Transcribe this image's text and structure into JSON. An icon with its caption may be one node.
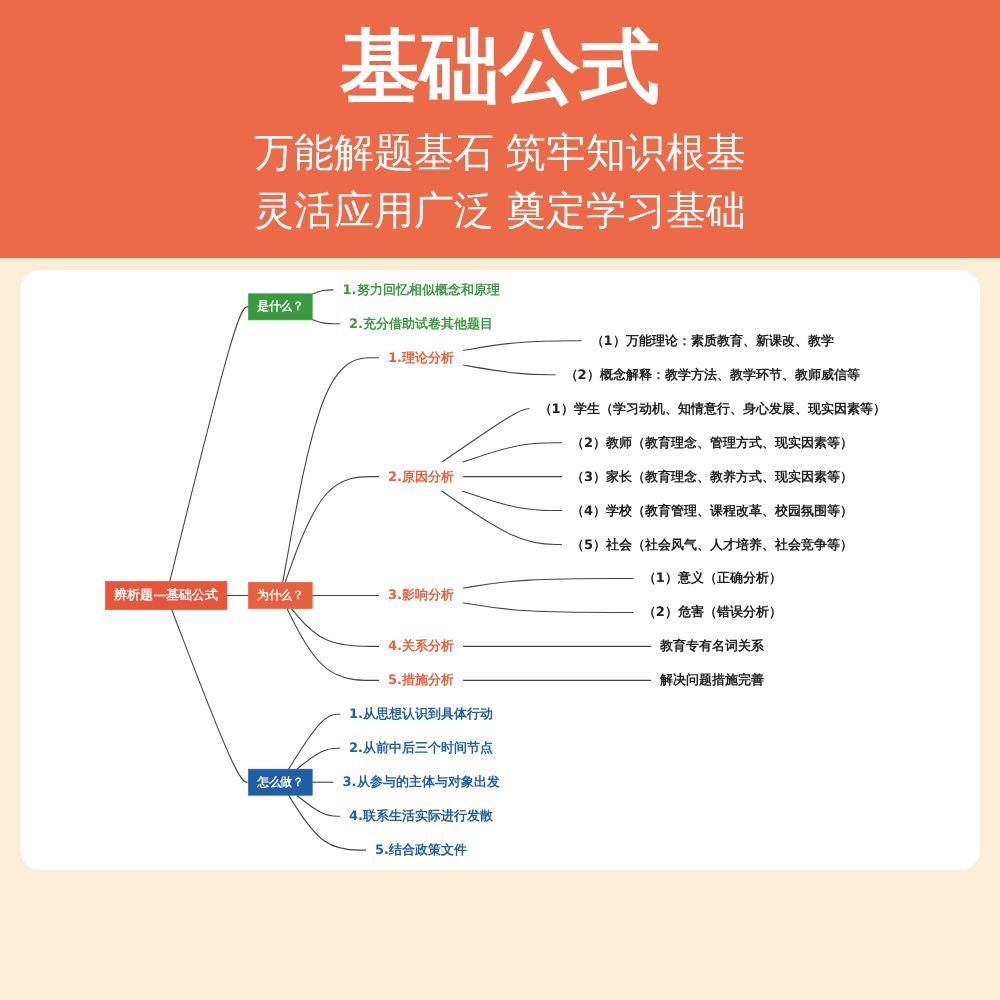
{
  "diagram": {
    "title": "基础公式",
    "nodes": [
      {
        "text": [
          "辨析题—基础公式"
        ]
      },
      {
        "text": [
          "是什么？"
        ]
      },
      {
        "text": [
          "1.努力回忆相似概念和原理"
        ]
      },
      {
        "text": [
          "2.充分借助试卷其他题目"
        ]
      },
      {
        "text": [
          "为什么？"
        ]
      },
      {
        "text": [
          "1.理论分析"
        ]
      },
      {
        "text": [
          "（1）万能理论：素质教育、新课改、教学"
        ]
      },
      {
        "text": [
          "（2）概念解释：教学方法、教学环节、教师威信等"
        ]
      },
      {
        "text": [
          "2.原因分析"
        ]
      },
      {
        "text": [
          "（1）学生（学习动机、知情意行、身心发展、现实因素等）"
        ]
      },
      {
        "text": [
          "（2）教师（教育理念、管理方式、现实因素等）"
        ]
      },
      {
        "text": [
          "（3）家长（教育理念、教养方式、现实因素等）"
        ]
      },
      {
        "text": [
          "（4）学校（教育管理、课程改革、校园氛围等）"
        ]
      },
      {
        "text": [
          "（5）社会（社会风气、人才培养、社会竞争等）"
        ]
      },
      {
        "text": [
          "3.影响分析"
        ]
      },
      {
        "text": [
          "（1）意义（正确分析）"
        ]
      },
      {
        "text": [
          "（2）危害（错误分析）"
        ]
      },
      {
        "text": [
          "4.关系分析"
        ]
      },
      {
        "text": [
          "教育专有名词关系"
        ]
      },
      {
        "text": [
          "5.措施分析"
        ]
      },
      {
        "text": [
          "解决问题措施完善"
        ]
      },
      {
        "text": [
          "怎么做？"
        ]
      },
      {
        "text": [
          "1.从思想认识到具体行动"
        ]
      },
      {
        "text": [
          "2.从前中后三个时间节点"
        ]
      },
      {
        "text": [
          "3.从参与的主体与对象出发"
        ]
      },
      {
        "text": [
          "4.联系生活实际进行发散"
        ]
      },
      {
        "text": [
          "5.结合政策文件"
        ]
      }
    ],
    "edges": [
      {
        "from": 0,
        "to": 1,
        "arrow": "none"
      },
      {
        "from": 1,
        "to": 2,
        "arrow": "none"
      },
      {
        "from": 1,
        "to": 3,
        "arrow": "none"
      },
      {
        "from": 0,
        "to": 4,
        "arrow": "none"
      },
      {
        "from": 4,
        "to": 5,
        "arrow": "none"
      },
      {
        "from": 5,
        "to": 6,
        "arrow": "none"
      },
      {
        "from": 5,
        "to": 7,
        "arrow": "none"
      },
      {
        "from": 4,
        "to": 8,
        "arrow": "none"
      },
      {
        "from": 8,
        "to": 9,
        "arrow": "none"
      },
      {
        "from": 8,
        "to": 10,
        "arrow": "none"
      },
      {
        "from": 8,
        "to": 11,
        "arrow": "none"
      },
      {
        "from": 8,
        "to": 12,
        "arrow": "none"
      },
      {
        "from": 8,
        "to": 13,
        "arrow": "none"
      },
      {
        "from": 4,
        "to": 14,
        "arrow": "none"
      },
      {
        "from": 14,
        "to": 15,
        "arrow": "none"
      },
      {
        "from": 14,
        "to": 16,
        "arrow": "none"
      },
      {
        "from": 4,
        "to": 17,
        "arrow": "none"
      },
      {
        "from": 17,
        "to": 18,
        "arrow": "none"
      },
      {
        "from": 4,
        "to": 19,
        "arrow": "none"
      },
      {
        "from": 19,
        "to": 20,
        "arrow": "none"
      },
      {
        "from": 0,
        "to": 21,
        "arrow": "none"
      },
      {
        "from": 21,
        "to": 22,
        "arrow": "none"
      },
      {
        "from": 21,
        "to": 23,
        "arrow": "none"
      },
      {
        "from": 21,
        "to": 24,
        "arrow": "none"
      },
      {
        "from": 21,
        "to": 25,
        "arrow": "none"
      },
      {
        "from": 21,
        "to": 26,
        "arrow": "none"
      }
    ],
    "labels": [
      "万能解题基石 筑牢知识根基",
      "灵活应用广泛 奠定学习基础"
    ]
  }
}
